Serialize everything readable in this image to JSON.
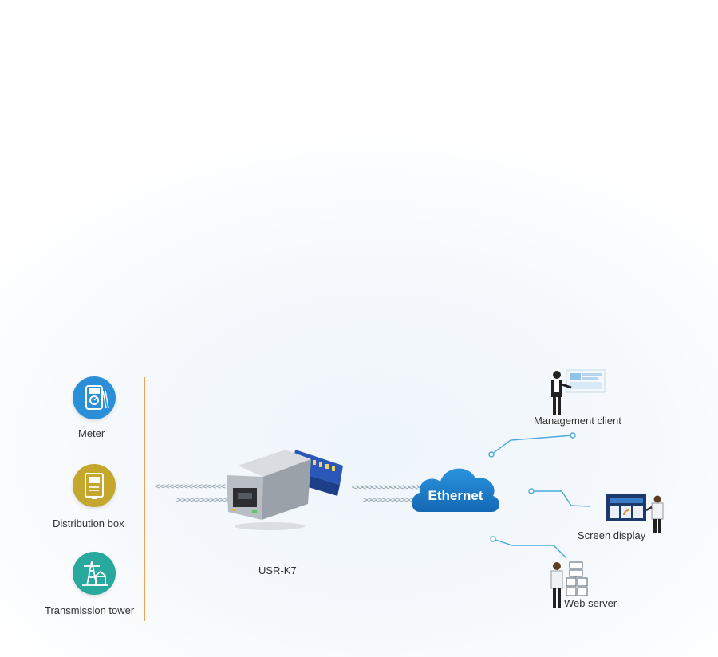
{
  "devices": [
    {
      "label": "Meter",
      "icon": "multimeter-icon",
      "color": "#2a8fd8"
    },
    {
      "label": "Distribution box",
      "icon": "distribution-box-icon",
      "color": "#c6a72e"
    },
    {
      "label": "Transmission tower",
      "icon": "transmission-tower-icon",
      "color": "#29a89e"
    }
  ],
  "module": {
    "label": "USR-K7"
  },
  "cloud": {
    "label": "Ethernet",
    "color": "#1f86d4"
  },
  "clients": [
    {
      "label": "Management client"
    },
    {
      "label": "Screen display"
    },
    {
      "label": "Web server"
    }
  ],
  "arrows": {
    "left_in": "<<<<<<<<<<<<<<<",
    "left_out": ">>>>>>>>>>>>>>>",
    "right_in": "<<<<<<<<<<<<<<<",
    "right_out": ">>>>>>>>>>>>>>>"
  },
  "colors": {
    "divider": "#f0a45a",
    "connector": "#4aa9dd"
  }
}
